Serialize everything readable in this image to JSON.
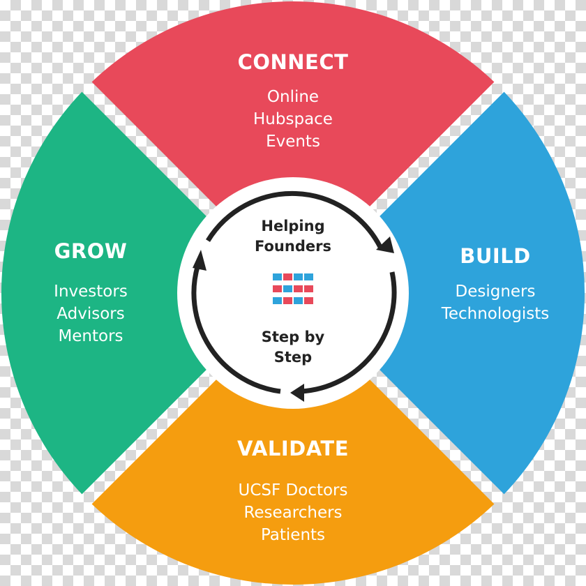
{
  "segments": {
    "connect": {
      "title": "CONNECT",
      "items": [
        "Online",
        "Hubspace",
        "Events"
      ],
      "color": "#e8495a"
    },
    "build": {
      "title": "BUILD",
      "items": [
        "Designers",
        "Technologists"
      ],
      "color": "#2ea3db"
    },
    "validate": {
      "title": "VALIDATE",
      "items": [
        "UCSF Doctors",
        "Researchers",
        "Patients"
      ],
      "color": "#f59d0f"
    },
    "grow": {
      "title": "GROW",
      "items": [
        "Investors",
        "Advisors",
        "Mentors"
      ],
      "color": "#1db584"
    }
  },
  "center": {
    "top_line1": "Helping",
    "top_line2": "Founders",
    "bottom_line1": "Step by",
    "bottom_line2": "Step"
  },
  "logo_colors": [
    "#e8495a",
    "#2ea3db"
  ]
}
